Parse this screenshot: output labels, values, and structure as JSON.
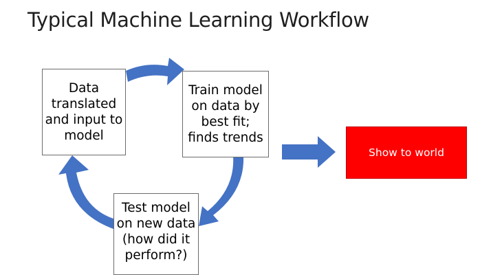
{
  "slide": {
    "title": "Typical Machine Learning Workflow"
  },
  "steps": {
    "data_input": "Data\ntranslated\nand input to\nmodel",
    "train": "Train model\non data by\nbest fit;\nfinds trends",
    "test": "Test model\non new data\n(how did it\nperform?)"
  },
  "output_box": {
    "label": "Show to world"
  },
  "colors": {
    "arrow": "#4472c4",
    "output_fill": "#ff0000",
    "box_border": "#6b6b6b"
  }
}
